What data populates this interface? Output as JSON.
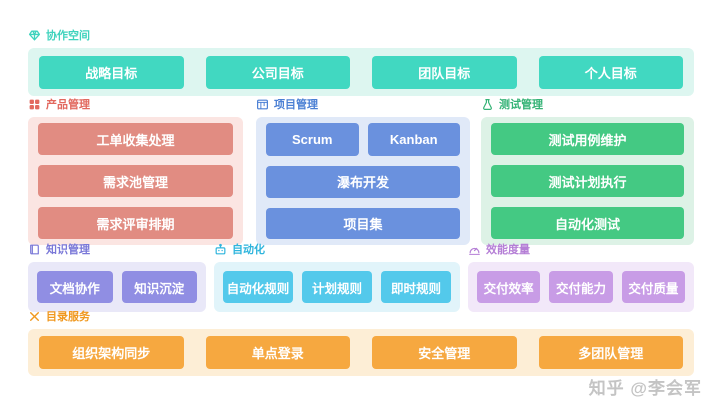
{
  "watermark": "知乎 @李会军",
  "colors": {
    "collab": {
      "accent": "#41d8c1",
      "panel_bg": "#ddf6f0",
      "header": "#3fd3bd"
    },
    "product": {
      "accent": "#e18c82",
      "panel_bg": "#fbe5e2",
      "header": "#e2695f"
    },
    "project": {
      "accent": "#6a91de",
      "panel_bg": "#e0e9f8",
      "header": "#4a7fd4"
    },
    "test": {
      "accent": "#44c983",
      "panel_bg": "#ddf2e6",
      "header": "#35b376"
    },
    "knowledge": {
      "accent": "#908ee3",
      "panel_bg": "#e9e8f8",
      "header": "#7a78d8"
    },
    "automation": {
      "accent": "#53c9eb",
      "panel_bg": "#e1f4fa",
      "header": "#2fb5dd"
    },
    "metrics": {
      "accent": "#c89ce6",
      "panel_bg": "#f2e8f9",
      "header": "#b57fd6"
    },
    "directory": {
      "accent": "#f6a840",
      "panel_bg": "#fdeed6",
      "header": "#f0981f"
    }
  },
  "sections": {
    "collab": {
      "title": "协作空间",
      "icon": "gem-icon",
      "items": [
        "战略目标",
        "公司目标",
        "团队目标",
        "个人目标"
      ]
    },
    "product": {
      "title": "产品管理",
      "icon": "grid-icon",
      "items": [
        "工单收集处理",
        "需求池管理",
        "需求评审排期"
      ]
    },
    "project": {
      "title": "项目管理",
      "icon": "kanban-icon",
      "items": [
        "Scrum",
        "Kanban",
        "瀑布开发",
        "项目集"
      ]
    },
    "test": {
      "title": "测试管理",
      "icon": "flask-icon",
      "items": [
        "测试用例维护",
        "测试计划执行",
        "自动化测试"
      ]
    },
    "knowledge": {
      "title": "知识管理",
      "icon": "book-icon",
      "items": [
        "文档协作",
        "知识沉淀"
      ]
    },
    "automation": {
      "title": "自动化",
      "icon": "robot-icon",
      "items": [
        "自动化规则",
        "计划规则",
        "即时规则"
      ]
    },
    "metrics": {
      "title": "效能度量",
      "icon": "gauge-icon",
      "items": [
        "交付效率",
        "交付能力",
        "交付质量"
      ]
    },
    "directory": {
      "title": "目录服务",
      "icon": "tools-icon",
      "items": [
        "组织架构同步",
        "单点登录",
        "安全管理",
        "多团队管理"
      ]
    }
  }
}
